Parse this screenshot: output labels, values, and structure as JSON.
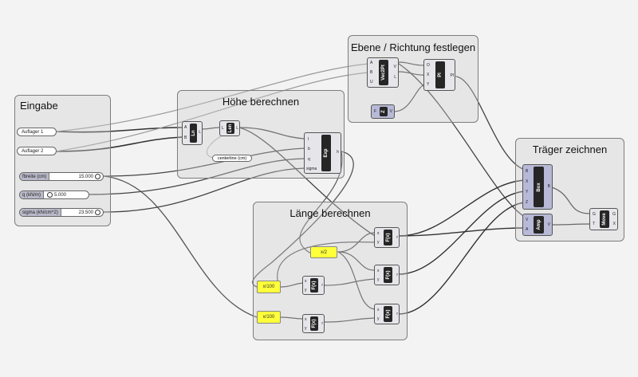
{
  "groups": {
    "eingabe": "Eingabe",
    "hoehe": "Höhe berechnen",
    "ebene": "Ebene / Richtung festlegen",
    "laenge": "Länge berechnen",
    "traeger": "Träger zeichnen"
  },
  "inputs": {
    "auflager1": "Auflager 1",
    "auflager2": "Auflager 2",
    "fbreite_label": "fbreite (cm)",
    "fbreite_value": "15.000",
    "q_label": "q (kN/m)",
    "q_value": "5.000",
    "sigma_label": "sigma (kN/cm^2)",
    "sigma_value": "23.500"
  },
  "components": {
    "ln1": "Ln",
    "len": "Len",
    "exp": "Exp",
    "vec2pt": "Vec2Pt",
    "pl": "Pl",
    "z": "Z",
    "box": "Box",
    "amp": "Amp",
    "move": "Move",
    "fx": "F(x)",
    "centerline": "centerline (cm)"
  },
  "expressions": {
    "x2": "x/2",
    "x100a": "x/100",
    "x100b": "x/100"
  },
  "ports": {
    "ln_in": [
      "A",
      "B"
    ],
    "ln_out": "L",
    "len_in": "L",
    "len_out": "L",
    "exp_in": [
      "l",
      "b",
      "q",
      "sigma"
    ],
    "exp_out": "h",
    "vec_in": [
      "A",
      "B",
      "U"
    ],
    "vec_out": [
      "V",
      "L"
    ],
    "pl_in": [
      "O",
      "X",
      "Y"
    ],
    "pl_out": "Pl",
    "z_in": "F",
    "z_out": "V",
    "box_in": [
      "B",
      "X",
      "Y",
      "Z"
    ],
    "box_out": "B",
    "amp_in": [
      "V",
      "A"
    ],
    "amp_out": "V",
    "move_in": [
      "G",
      "T"
    ],
    "move_out": [
      "G",
      "X"
    ],
    "fx_in": [
      "x",
      "y"
    ],
    "fx_out": "r"
  }
}
